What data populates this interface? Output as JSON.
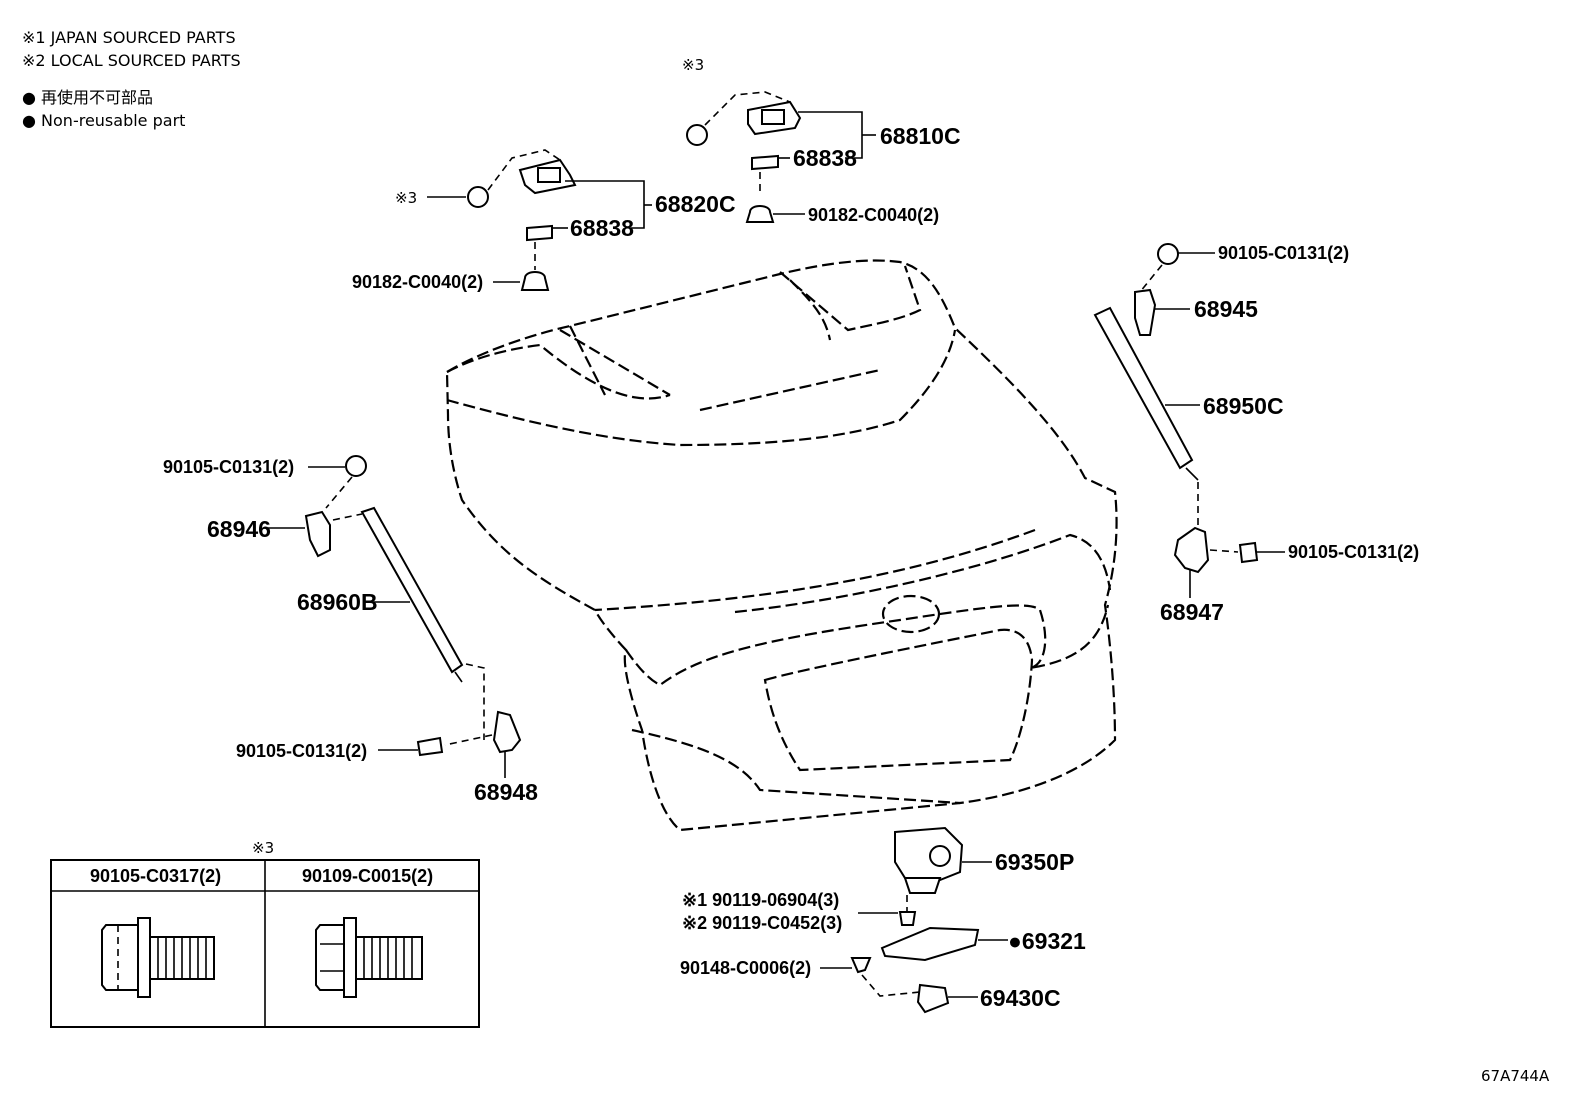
{
  "legend": {
    "line1": "※1 JAPAN SOURCED PARTS",
    "line2": "※2 LOCAL SOURCED PARTS",
    "nr_jp": "● 再使用不可部品",
    "nr_en": "● Non-reusable part"
  },
  "parts": {
    "p68810C": "68810C",
    "p68820C": "68820C",
    "p68838a": "68838",
    "p68838b": "68838",
    "p90182a": "90182-C0040(2)",
    "p90182b": "90182-C0040(2)",
    "p90105_tr": "90105-C0131(2)",
    "p68945": "68945",
    "p68950C": "68950C",
    "p90105_tl": "90105-C0131(2)",
    "p68946": "68946",
    "p68960B": "68960B",
    "p90105_bl": "90105-C0131(2)",
    "p68948": "68948",
    "p90105_r": "90105-C0131(2)",
    "p68947": "68947",
    "p69350P": "69350P",
    "p90119a": "※1 90119-06904(3)",
    "p90119b": "※2 90119-C0452(3)",
    "p69321": "●69321",
    "p90148": "90148-C0006(2)",
    "p69430C": "69430C"
  },
  "notes": {
    "n3a": "※3",
    "n3b": "※3",
    "n3c": "※3"
  },
  "table": {
    "col1": "90105-C0317(2)",
    "col2": "90109-C0015(2)"
  },
  "figure_code": "67A744A"
}
